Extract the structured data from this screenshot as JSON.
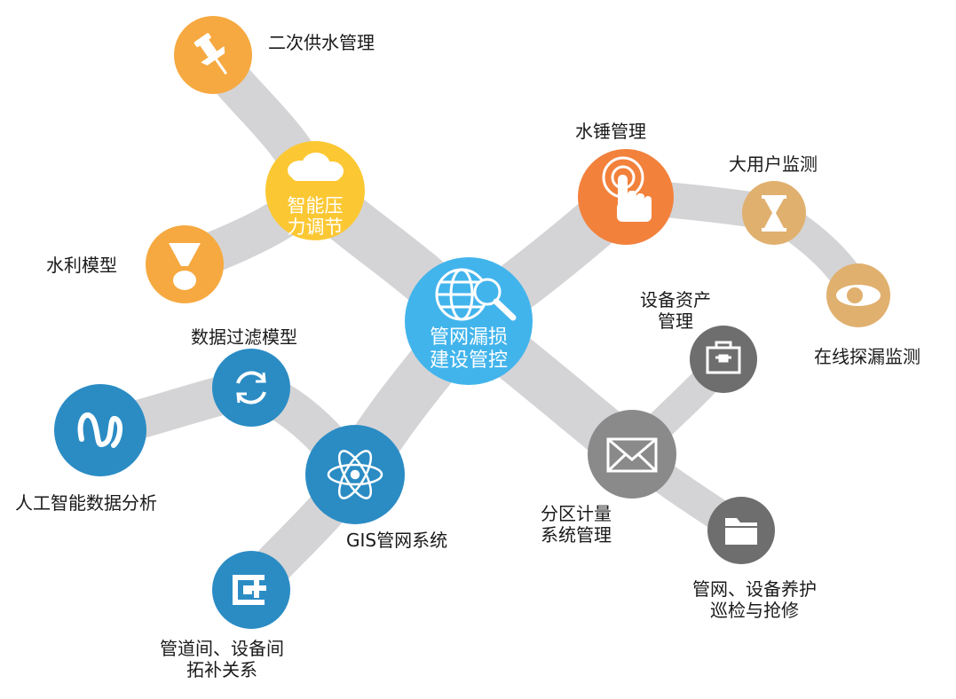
{
  "hub": {
    "line1": "管网漏损",
    "line2": "建设管控"
  },
  "pressure": {
    "line1": "智能压",
    "line2": "力调节"
  },
  "labels": {
    "secondary_supply": "二次供水管理",
    "water_conservancy": "水利模型",
    "water_hammer": "水锤管理",
    "big_user": "大用户监测",
    "online_leak": "在线探漏监测",
    "asset_l1": "设备资产",
    "asset_l2": "管理",
    "zone_l1": "分区计量",
    "zone_l2": "系统管理",
    "maint_l1": "管网、设备养护",
    "maint_l2": "巡检与抢修",
    "filter_model": "数据过滤模型",
    "ai_analysis": "人工智能数据分析",
    "gis": "GIS管网系统",
    "topo_l1": "管道间、设备间",
    "topo_l2": "拓补关系"
  },
  "colors": {
    "branch": "#d4d4d6",
    "orange": "#f6a940",
    "yellow": "#fbc834",
    "deep_orange": "#f2813c",
    "tan": "#e0b06f",
    "gray": "#6e6e6e",
    "mid_gray": "#8a8a8a",
    "blue": "#2b8cc4",
    "hub_blue": "#42b4ec"
  },
  "icons": [
    "pushpin-icon",
    "cloud-icon",
    "goblet-icon",
    "globe-search-icon",
    "touch-icon",
    "hourglass-icon",
    "eye-icon",
    "toolbox-icon",
    "envelope-icon",
    "folder-icon",
    "sync-icon",
    "wave-icon",
    "atom-icon",
    "topology-icon"
  ]
}
